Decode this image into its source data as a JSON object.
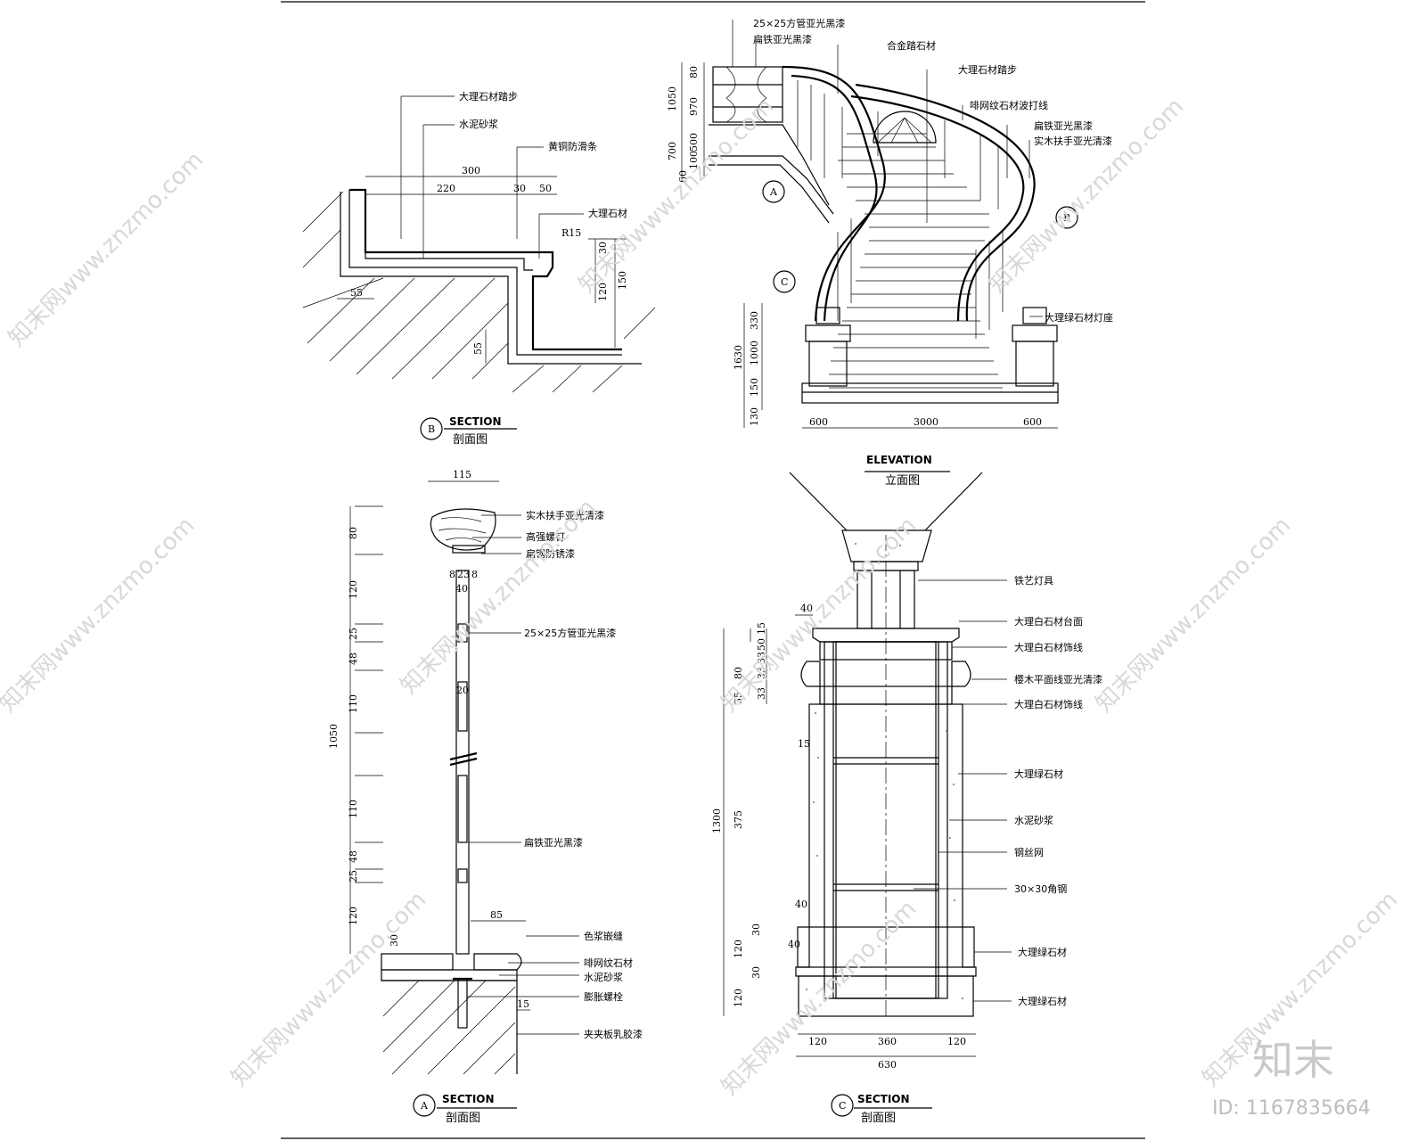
{
  "labels": {
    "sectionB": {
      "l1": "大理石材踏步",
      "l2": "水泥砂浆",
      "l3": "黄铜防滑条",
      "l4": "大理石材"
    },
    "elevation": {
      "l1": "25×25方管亚光黑漆",
      "l2": "扁铁亚光黑漆",
      "l3": "合金踏石材",
      "l4": "大理石材踏步",
      "l5": "啡网纹石材波打线",
      "l6": "扁铁亚光黑漆",
      "l7": "实木扶手亚光清漆",
      "l8": "大理绿石材灯座"
    },
    "sectionA": {
      "l1": "实木扶手亚光清漆",
      "l2": "高强螺钉",
      "l3": "扁钢防锈漆",
      "l4": "25×25方管亚光黑漆",
      "l5": "扁铁亚光黑漆",
      "l6": "色浆嵌缝",
      "l7": "啡网纹石材",
      "l8": "水泥砂浆",
      "l9": "膨胀螺栓",
      "l10": "夹夹板乳胶漆"
    },
    "sectionC": {
      "l1": "铁艺灯具",
      "l2": "大理白石材台面",
      "l3": "大理白石材饰线",
      "l4": "樱木平面线亚光清漆",
      "l5": "大理白石材饰线",
      "l6": "大理绿石材",
      "l7": "水泥砂浆",
      "l8": "钢丝网",
      "l9": "30×30角钢",
      "l10": "大理绿石材",
      "l11": "大理绿石材"
    }
  },
  "titles": {
    "b_mark": "B",
    "b_title": "SECTION",
    "b_sub": "剖面图",
    "elev_title": "ELEVATION",
    "elev_sub": "立面图",
    "a_mark": "A",
    "a_title": "SECTION",
    "a_sub": "剖面图",
    "c_mark": "C",
    "c_title": "SECTION",
    "c_sub": "剖面图",
    "callout_a": "A",
    "callout_b": "B",
    "callout_c": "C"
  },
  "dims": {
    "b": {
      "d300": "300",
      "d220": "220",
      "d30": "30",
      "d50": "50",
      "r15": "R15",
      "v30": "30",
      "v120": "120",
      "v150": "150",
      "d55a": "55",
      "d55b": "55"
    },
    "elev": {
      "v80": "80",
      "v970": "970",
      "v1050": "1050",
      "v700": "700",
      "v500": "500",
      "v60": "60",
      "v100": "100",
      "v330": "330",
      "v1000": "1000",
      "v1630": "1630",
      "v150": "150",
      "v130": "130",
      "h600a": "600",
      "h3000": "3000",
      "h600b": "600"
    },
    "a": {
      "w115": "115",
      "d8": "8",
      "d23": "23",
      "d8b": "8",
      "d40": "40",
      "d20": "20",
      "v80": "80",
      "v120a": "120",
      "v25a": "25",
      "v48a": "48",
      "v110a": "110",
      "v1050": "1050",
      "v110b": "110",
      "v48b": "48",
      "v25b": "25",
      "v120b": "120",
      "v30": "30",
      "h85": "85",
      "h15": "15"
    },
    "c": {
      "d40top": "40",
      "v50": "50",
      "v15a": "15",
      "v33a": "33",
      "v80": "80",
      "v33b": "33",
      "v35": "35",
      "v33c": "33",
      "v15b": "15",
      "v1300": "1300",
      "v375": "375",
      "v40a": "40",
      "v40b": "40",
      "v30a": "30",
      "v120a": "120",
      "v30b": "30",
      "v120b": "120",
      "h120a": "120",
      "h360": "360",
      "h120b": "120",
      "h630": "630"
    }
  },
  "watermark": {
    "text": "知末网www.znzmo.com",
    "brand": "知末",
    "id": "ID: 1167835664"
  }
}
